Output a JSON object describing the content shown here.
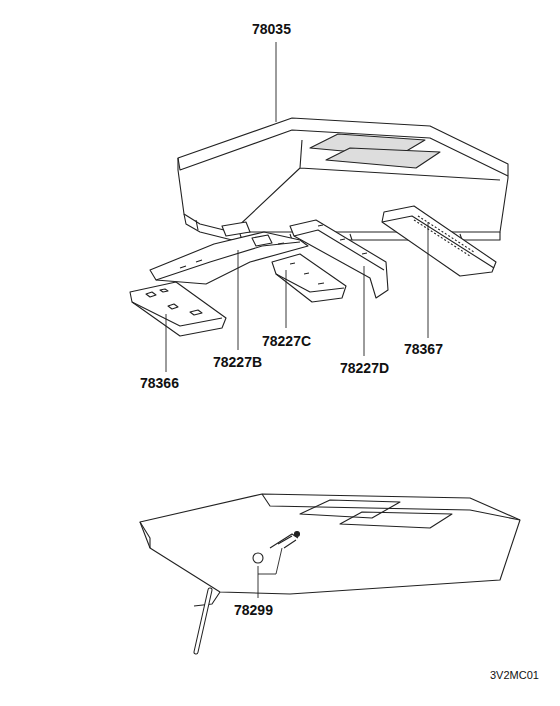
{
  "diagram": {
    "labels": [
      "78035",
      "78227C",
      "78367",
      "78366",
      "78227B",
      "78227D",
      "78299",
      "3V2MC01"
    ]
  }
}
